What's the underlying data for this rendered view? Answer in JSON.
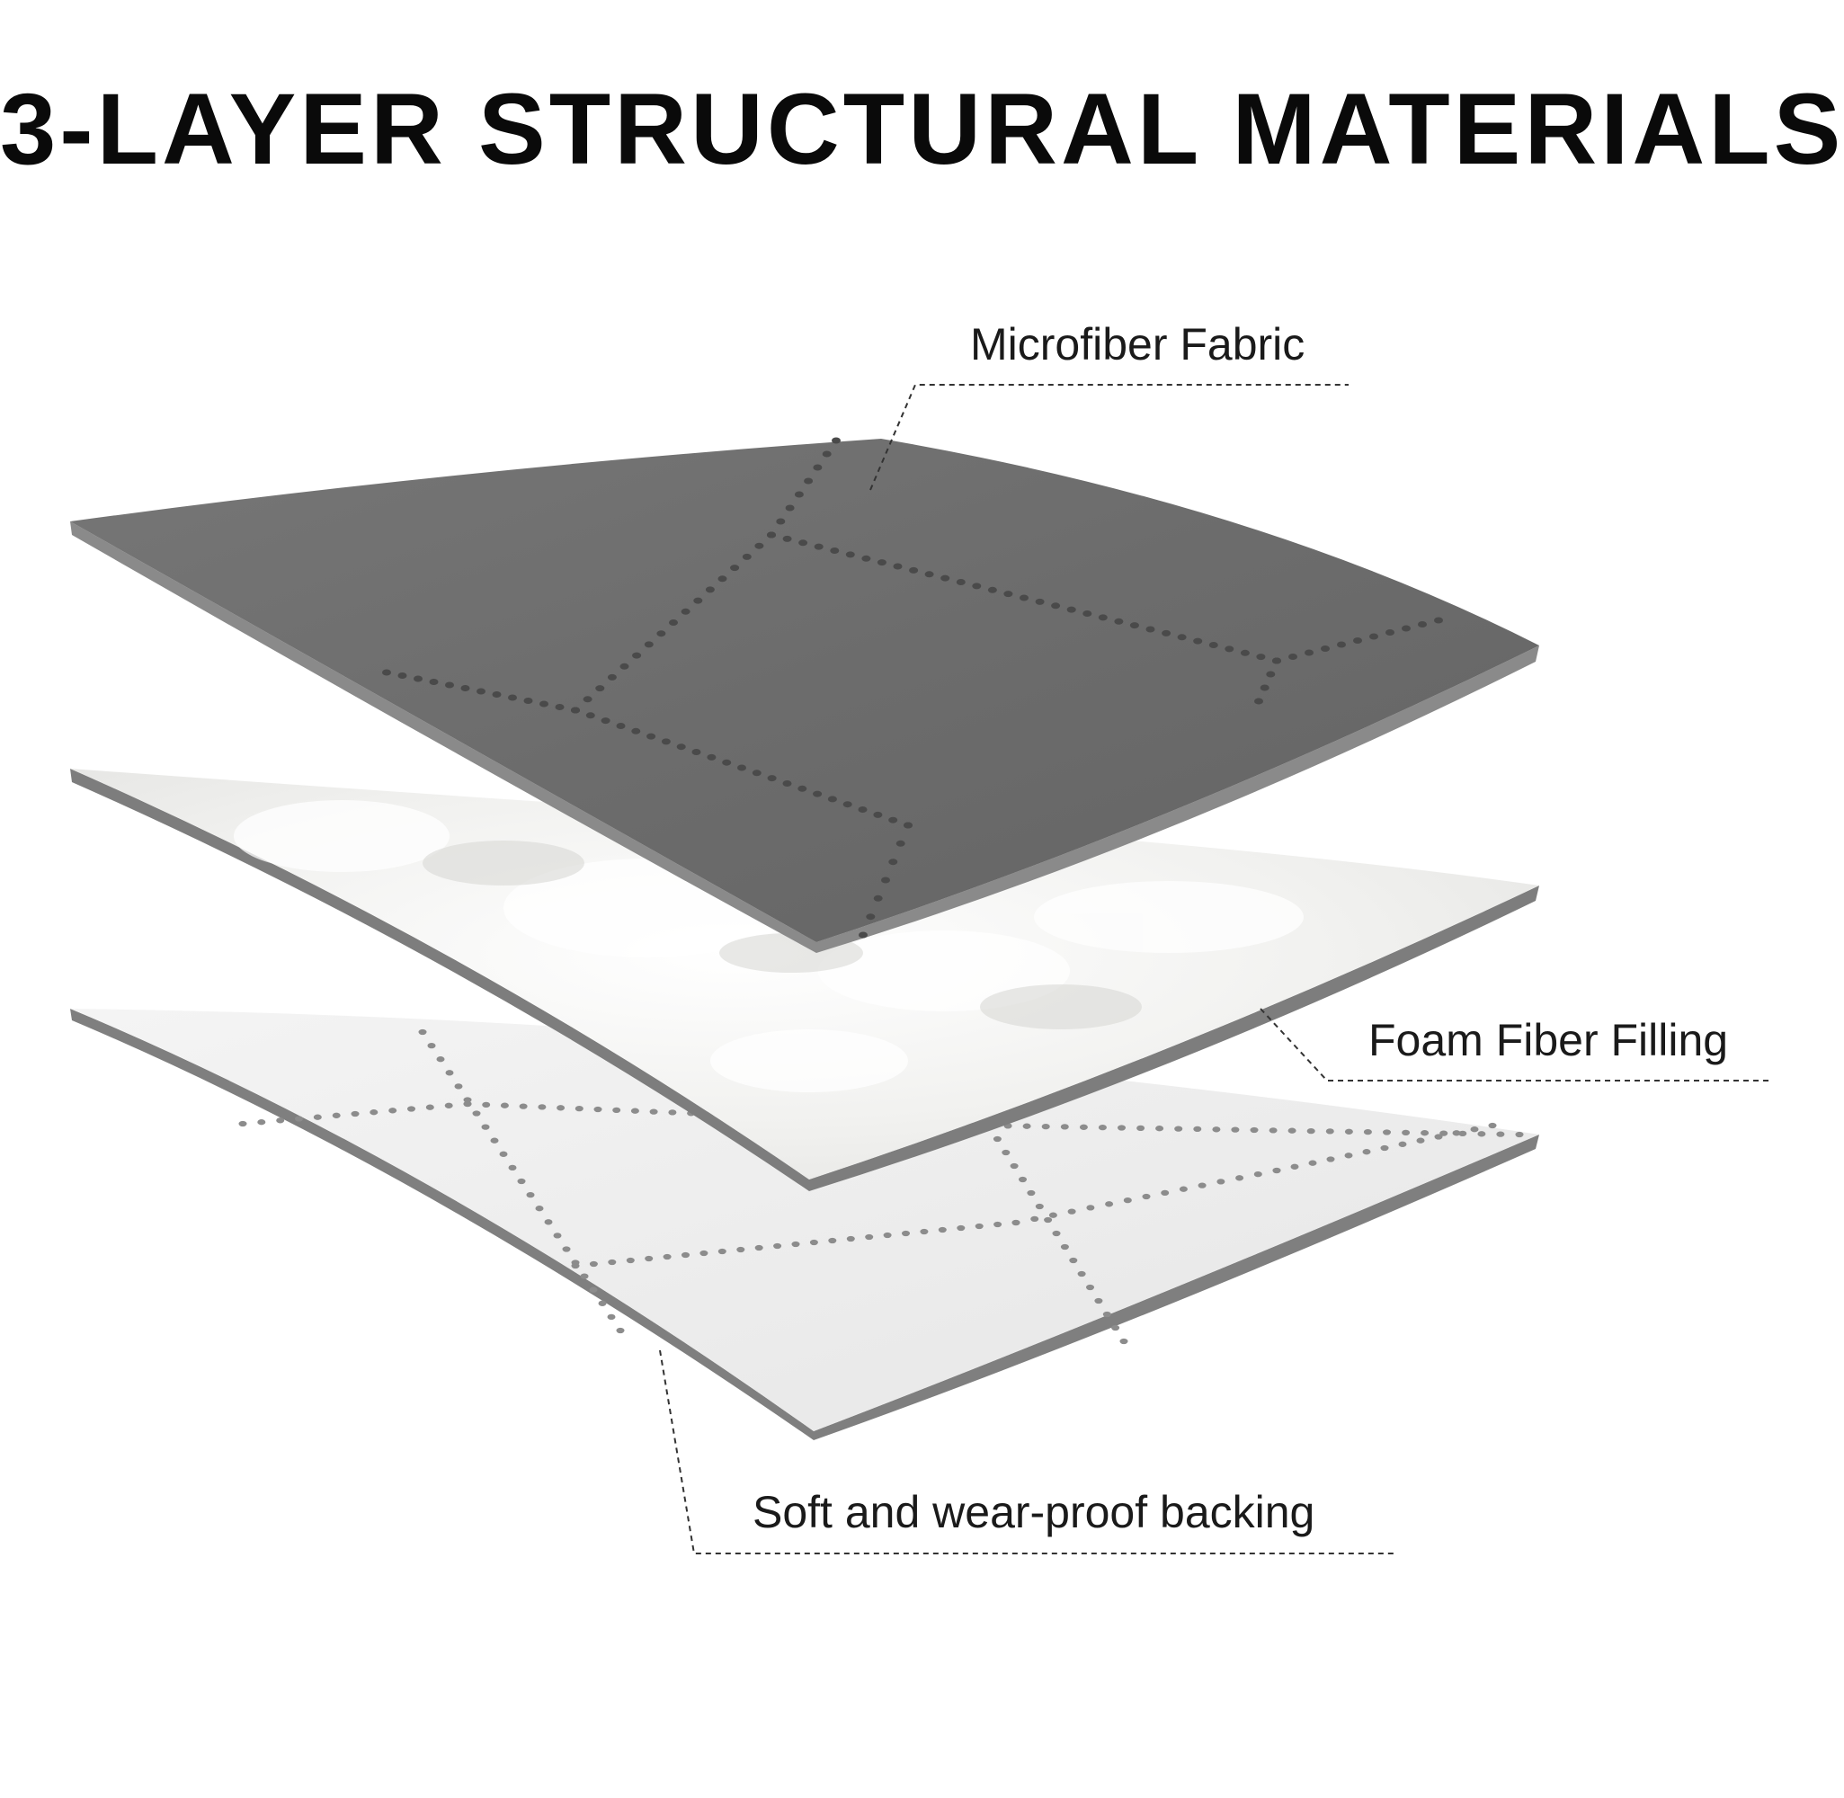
{
  "title": "3-LAYER STRUCTURAL MATERIALS",
  "layers": [
    {
      "label": "Microfiber Fabric",
      "color": "#6f6f6f",
      "edge_color": "#8a8a8a"
    },
    {
      "label": "Foam Fiber Filling",
      "color": "#f2f2f0",
      "edge_color": "#7d7d7d"
    },
    {
      "label": "Soft and wear-proof backing",
      "color": "#ededed",
      "edge_color": "#7f7f7f"
    }
  ],
  "colors": {
    "title": "#0a0a0a",
    "label_text": "#1a1a1a",
    "leader_line": "#333333",
    "stitch_dark": "#4a4a4a",
    "stitch_light": "#8c8c8c"
  }
}
